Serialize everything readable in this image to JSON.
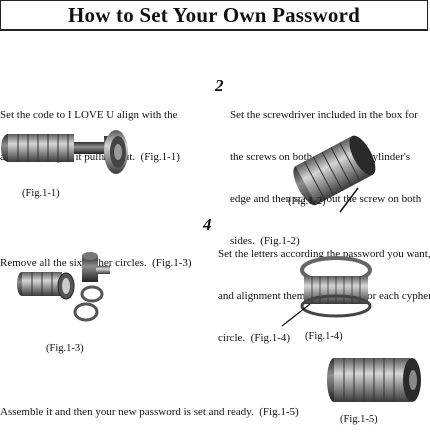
{
  "title": "How to Set Your Own Password",
  "step1": {
    "lines": [
      "Set the code to I LOVE U align with the",
      "arrows and open it pulling out.  (Fig.1-1)"
    ]
  },
  "step2": {
    "number": "2",
    "lines": [
      "Set the screwdriver included in the box for",
      "the screws on both sides of the cylinder's",
      "edge and then screws out the screw on both",
      "sides.  (Fig.1-2)"
    ]
  },
  "step3": {
    "lines": [
      "Remove all the six cipher circles.  (Fig.1-3)"
    ]
  },
  "step4": {
    "number": "4",
    "lines": [
      "Set the letters according the password you want,",
      "and alignment them to inner slot for each cypher",
      "circle.  (Fig.1-4)"
    ]
  },
  "step5": {
    "lines": [
      "Assemble it and then your new password is set and ready.  (Fig.1-5)"
    ]
  },
  "captions": {
    "fig1_1": "(Fig.1-1)",
    "fig1_2": "(Fig.1-2)",
    "fig1_3": "(Fig.1-3)",
    "fig1_4": "(Fig.1-4)",
    "fig1_5": "(Fig.1-5)"
  },
  "colors": {
    "metal_dark": "#3c3c3c",
    "metal_mid": "#8a8a8a",
    "metal_light": "#d0d0d0",
    "ink": "#111111"
  }
}
